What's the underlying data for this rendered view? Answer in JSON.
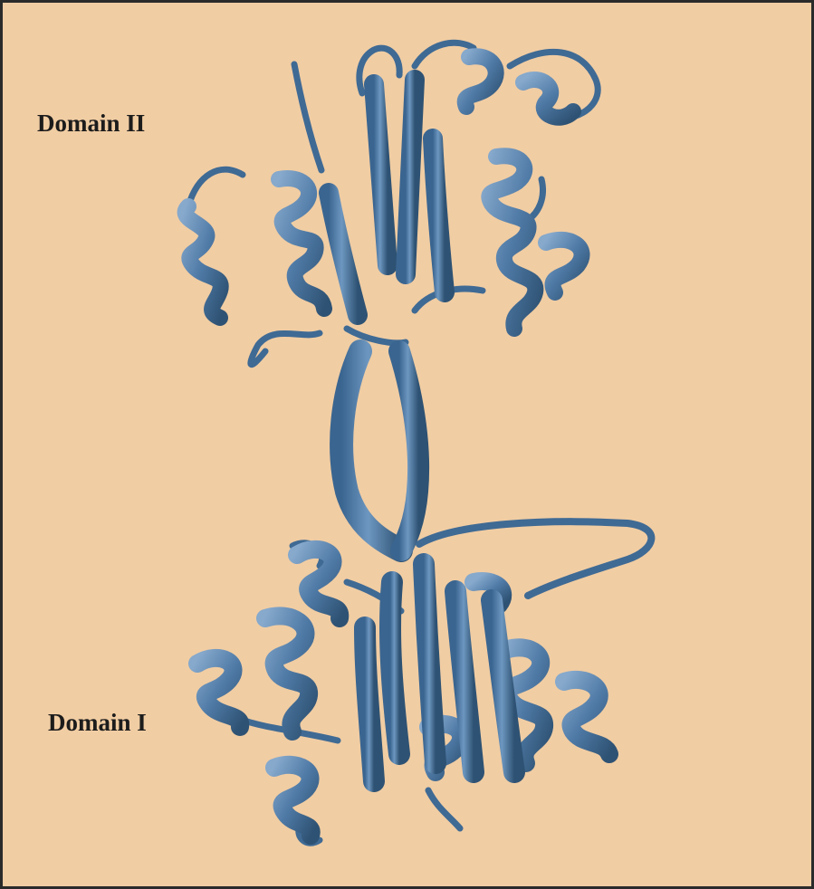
{
  "labels": {
    "domain_ii": "Domain II",
    "domain_i": "Domain I"
  },
  "colors": {
    "background": "#f1cda3",
    "border": "#2a2a2a",
    "ribbon": "#4f7aa6",
    "ribbon_dark": "#2e5273",
    "ribbon_light": "#86a9cc"
  },
  "figure": {
    "type": "protein ribbon diagram"
  }
}
